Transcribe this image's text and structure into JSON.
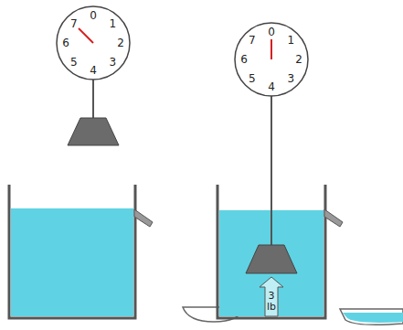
{
  "diagram": {
    "labels": [
      "0",
      "1",
      "2",
      "3",
      "4",
      "5",
      "6",
      "7",
      "0",
      "1",
      "2",
      "3",
      "4",
      "5",
      "6",
      "7",
      "3 lb"
    ]
  }
}
